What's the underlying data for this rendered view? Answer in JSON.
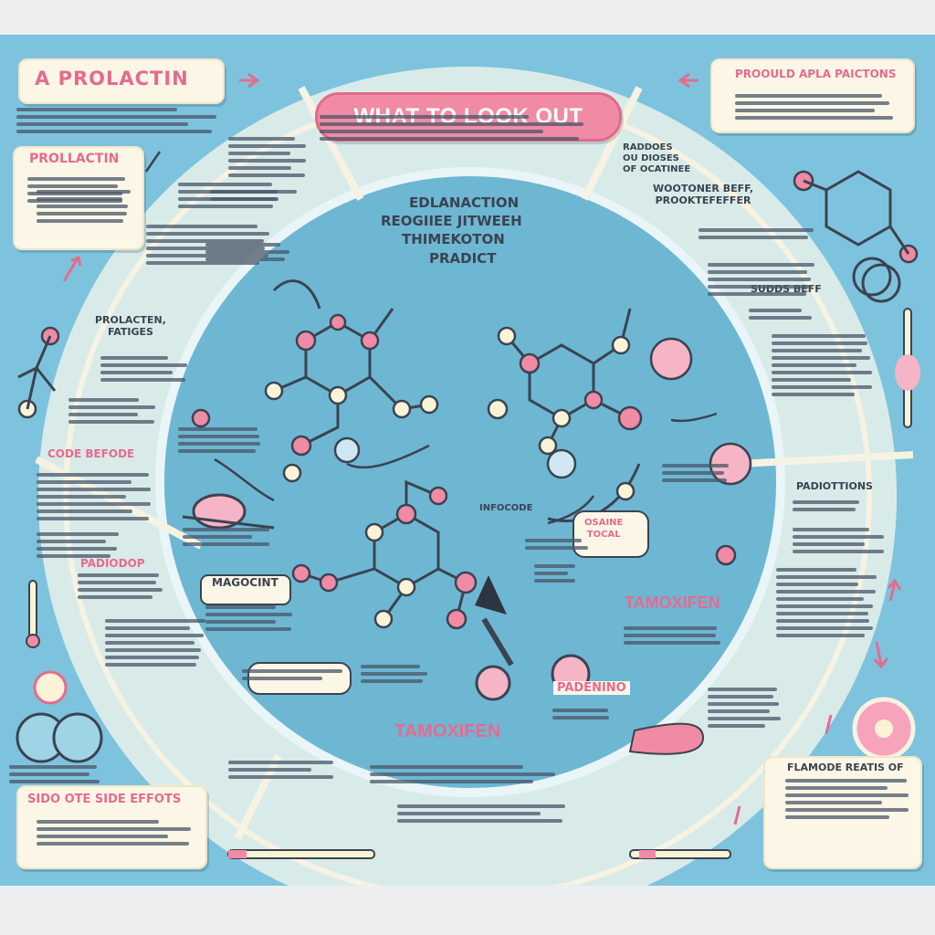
{
  "header": {
    "main_title": "WHAT TO LOOK OUT",
    "top_left_title": "A PROLACTIN",
    "top_right_title": "PROOULD APLA PAICTONS"
  },
  "center": {
    "title_lines": [
      "EDLANACTION",
      "REOGIIEE JITWEEH",
      "THIMEKOTON",
      "PRADICT"
    ]
  },
  "labels": {
    "prolactin_box": "PROLLACTIN",
    "prolacten_fatiges": "PROLACTEN,\nFATIGES",
    "code_befode": "CODE BEFODE",
    "padiodop": "PADIODOP",
    "sido_side_effects": "SIDO OTE SIDE EFFOTS",
    "raddoes": "RADDOES\nOU DIOSES\nOF OCATINEE",
    "woodoner_beff": "WOOTONER BEFF,\nPROOKTEFEFFER",
    "sudds_beff": "SUDDS BEFF",
    "padiottions": "PADIOTTIONS",
    "flamode_reatis": "FLAMODE REATIS OF",
    "tamoxifen_right": "TAMOXIFEN",
    "tamoxifen_bottom": "TAMOXIFEN",
    "padenino": "PADENINO",
    "magocint": "MAGOCINT",
    "osaine_tocal": "OSAINE\nTOCAL",
    "infocode": "INFOCODE"
  },
  "colors": {
    "background": "#7ec3dd",
    "ring": "#f7f3e3",
    "inner": "#6db7d3",
    "accent_pink": "#f08aa5",
    "atom_cream": "#fbf3d6",
    "bond": "#3b4350"
  },
  "icons": [
    "molecule-icon",
    "arrow-icon",
    "thermometer-icon",
    "pill-icon",
    "capsule-icon",
    "cell-icon",
    "syringe-icon",
    "speech-bubble-icon"
  ]
}
